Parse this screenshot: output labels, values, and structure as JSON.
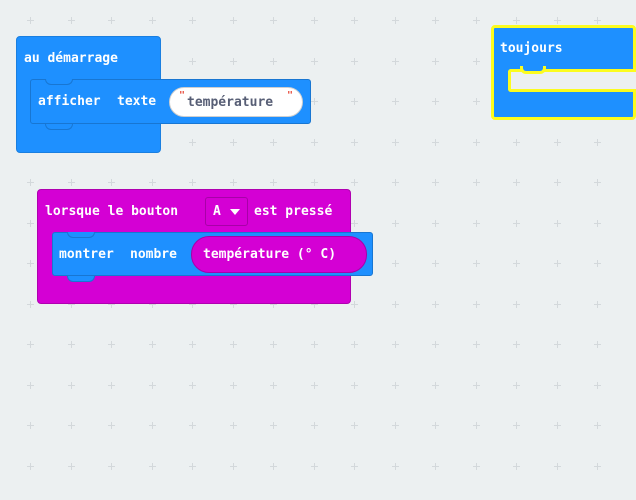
{
  "workspace": {
    "background_color": "#ecf0f1"
  },
  "blocks": {
    "on_start": {
      "label": "au démarrage",
      "color": "#1e90ff",
      "show_string": {
        "label_show": "afficher",
        "label_text": "texte",
        "value": "température"
      }
    },
    "forever": {
      "label": "toujours",
      "color": "#1e90ff",
      "highlight_color": "#fcfc1e"
    },
    "on_button_pressed": {
      "label_prefix": "lorsque le bouton",
      "button_value": "A",
      "label_suffix": "est pressé",
      "color": "#d400d4",
      "show_number": {
        "label_show": "montrer",
        "label_number": "nombre",
        "value": "température (° C)"
      }
    }
  }
}
